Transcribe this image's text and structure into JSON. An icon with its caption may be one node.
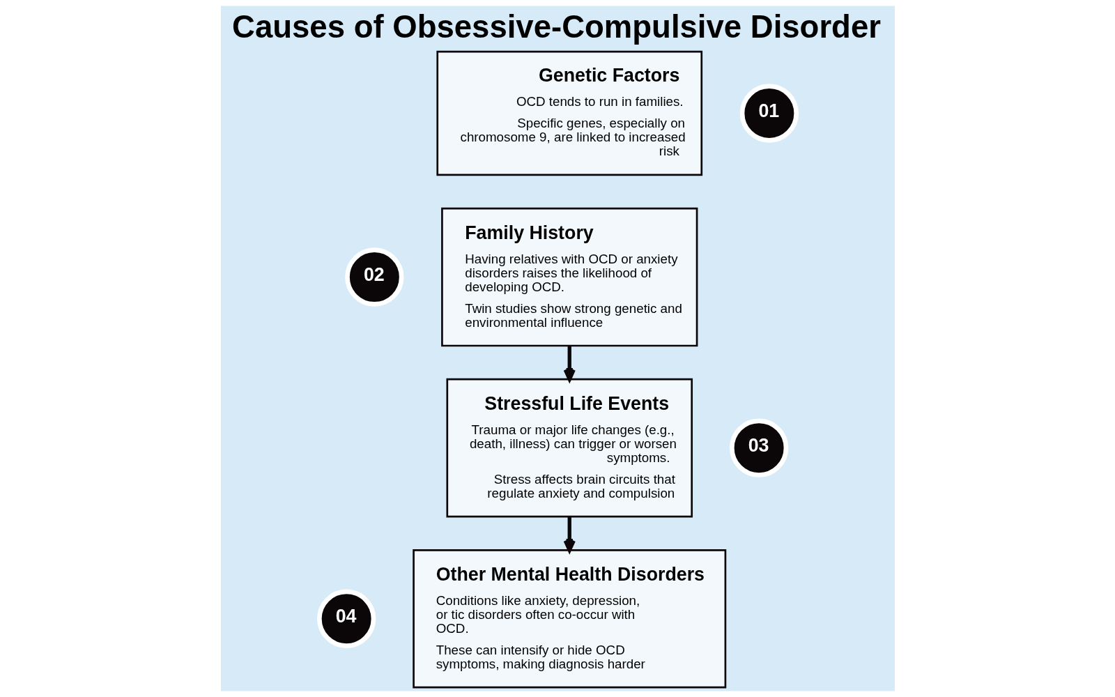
{
  "diagram": {
    "title": "Causes of Obsessive-Compulsive Disorder",
    "nodes": [
      {
        "text": [
          "01"
        ]
      },
      {
        "text": [
          "Genetic Factors",
          "OCD tends to run in families.",
          "Specific genes, especially on chromosome 9, are linked to increased risk"
        ]
      },
      {
        "text": [
          "02"
        ]
      },
      {
        "text": [
          "Family History",
          "Having relatives with OCD or anxiety disorders raises the likelihood of developing OCD.",
          "Twin studies show strong genetic and environmental influence"
        ]
      },
      {
        "text": [
          "03"
        ]
      },
      {
        "text": [
          "Stressful Life Events",
          "Trauma or major life changes (e.g., death, illness) can trigger or worsen symptoms.",
          "Stress affects brain circuits that regulate anxiety and compulsion"
        ]
      },
      {
        "text": [
          "04"
        ]
      },
      {
        "text": [
          "Other Mental Health Disorders",
          "Conditions like anxiety, depression, or tic disorders often co-occur with OCD.",
          "These can intensify or hide OCD symptoms, making diagnosis harder"
        ]
      }
    ],
    "edges": [
      {
        "from": 3,
        "to": 5,
        "arrow": "to"
      },
      {
        "from": 5,
        "to": 7,
        "arrow": "to"
      }
    ]
  }
}
